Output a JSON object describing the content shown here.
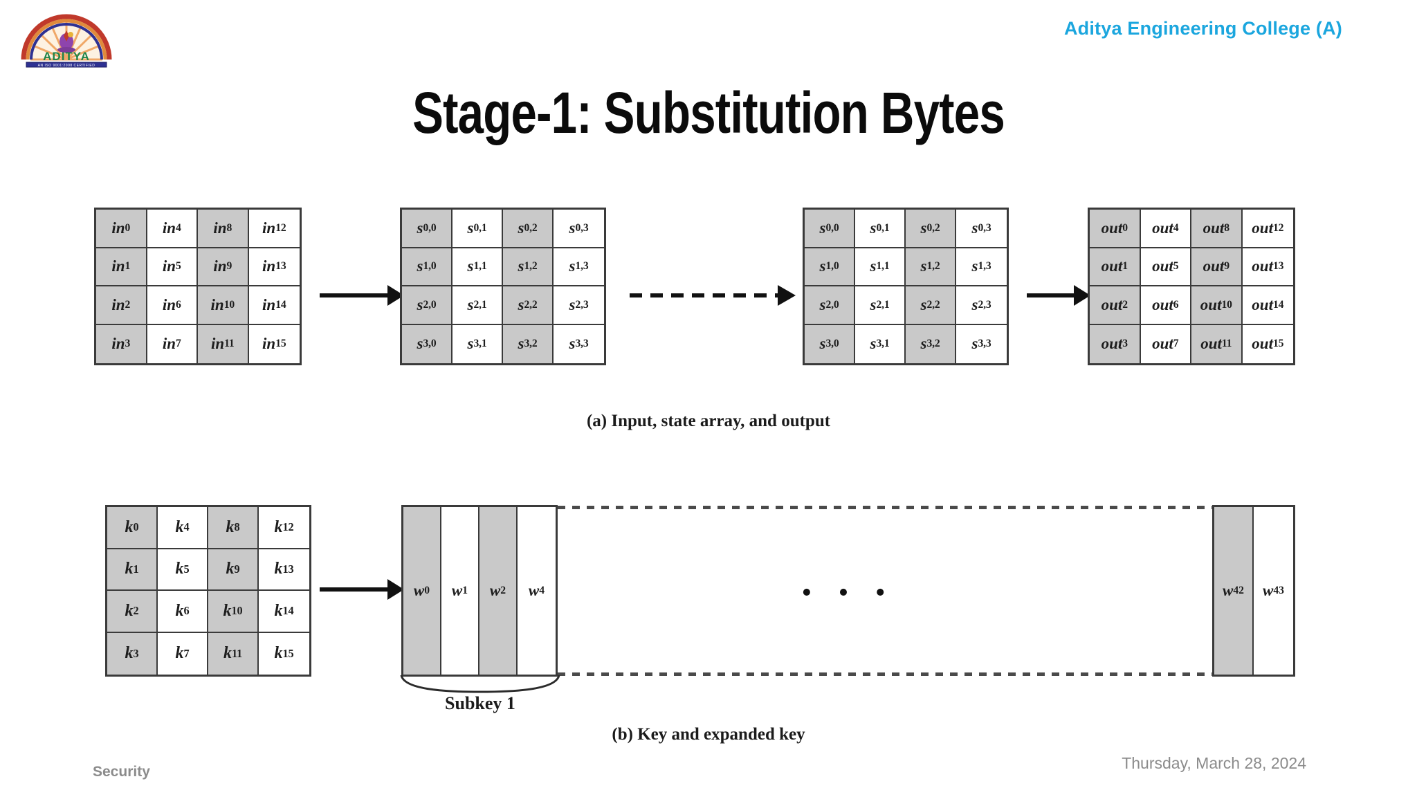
{
  "header": {
    "college_name": "Aditya Engineering College  (A)",
    "accent_color": "#1BA6DE",
    "logo_alt": "Aditya Engineering College emblem"
  },
  "title": "Stage-1: Substitution Bytes",
  "figure": {
    "caption_a": "(a) Input, state array, and output",
    "caption_b": "(b) Key and expanded key",
    "shade_color": "#c9c9c9",
    "border_color": "#3a3a3a",
    "matrices": {
      "input": {
        "name": "input-block",
        "rows": [
          [
            "in0",
            "in4",
            "in8",
            "in12"
          ],
          [
            "in1",
            "in5",
            "in9",
            "in13"
          ],
          [
            "in2",
            "in6",
            "in10",
            "in14"
          ],
          [
            "in3",
            "in7",
            "in11",
            "in15"
          ]
        ],
        "base": "in",
        "subs": [
          [
            "0",
            "4",
            "8",
            "12"
          ],
          [
            "1",
            "5",
            "9",
            "13"
          ],
          [
            "2",
            "6",
            "10",
            "14"
          ],
          [
            "3",
            "7",
            "11",
            "15"
          ]
        ]
      },
      "state_start": {
        "name": "state-array-start",
        "base": "s",
        "subs": [
          [
            "0,0",
            "0,1",
            "0,2",
            "0,3"
          ],
          [
            "1,0",
            "1,1",
            "1,2",
            "1,3"
          ],
          [
            "2,0",
            "2,1",
            "2,2",
            "2,3"
          ],
          [
            "3,0",
            "3,1",
            "3,2",
            "3,3"
          ]
        ]
      },
      "state_end": {
        "name": "state-array-end",
        "base": "s",
        "subs": [
          [
            "0,0",
            "0,1",
            "0,2",
            "0,3"
          ],
          [
            "1,0",
            "1,1",
            "1,2",
            "1,3"
          ],
          [
            "2,0",
            "2,1",
            "2,2",
            "2,3"
          ],
          [
            "3,0",
            "3,1",
            "3,2",
            "3,3"
          ]
        ]
      },
      "output": {
        "name": "output-block",
        "base": "out",
        "subs": [
          [
            "0",
            "4",
            "8",
            "12"
          ],
          [
            "1",
            "5",
            "9",
            "13"
          ],
          [
            "2",
            "6",
            "10",
            "14"
          ],
          [
            "3",
            "7",
            "11",
            "15"
          ]
        ]
      },
      "key": {
        "name": "key-block",
        "base": "k",
        "subs": [
          [
            "0",
            "4",
            "8",
            "12"
          ],
          [
            "1",
            "5",
            "9",
            "13"
          ],
          [
            "2",
            "6",
            "10",
            "14"
          ],
          [
            "3",
            "7",
            "11",
            "15"
          ]
        ]
      }
    },
    "expanded_key": {
      "base": "w",
      "first_words": [
        "0",
        "1",
        "2",
        "4"
      ],
      "last_words": [
        "42",
        "43"
      ],
      "ellipsis": "• • •",
      "subkey_label": "Subkey 1"
    },
    "arrows": {
      "input_to_state": "solid-arrow-right",
      "state_rounds": "dashed-arrow-right",
      "state_to_output": "solid-arrow-right",
      "key_to_expanded": "solid-arrow-right"
    }
  },
  "footer": {
    "subject": "Security",
    "date": "Thursday, March 28, 2024"
  }
}
